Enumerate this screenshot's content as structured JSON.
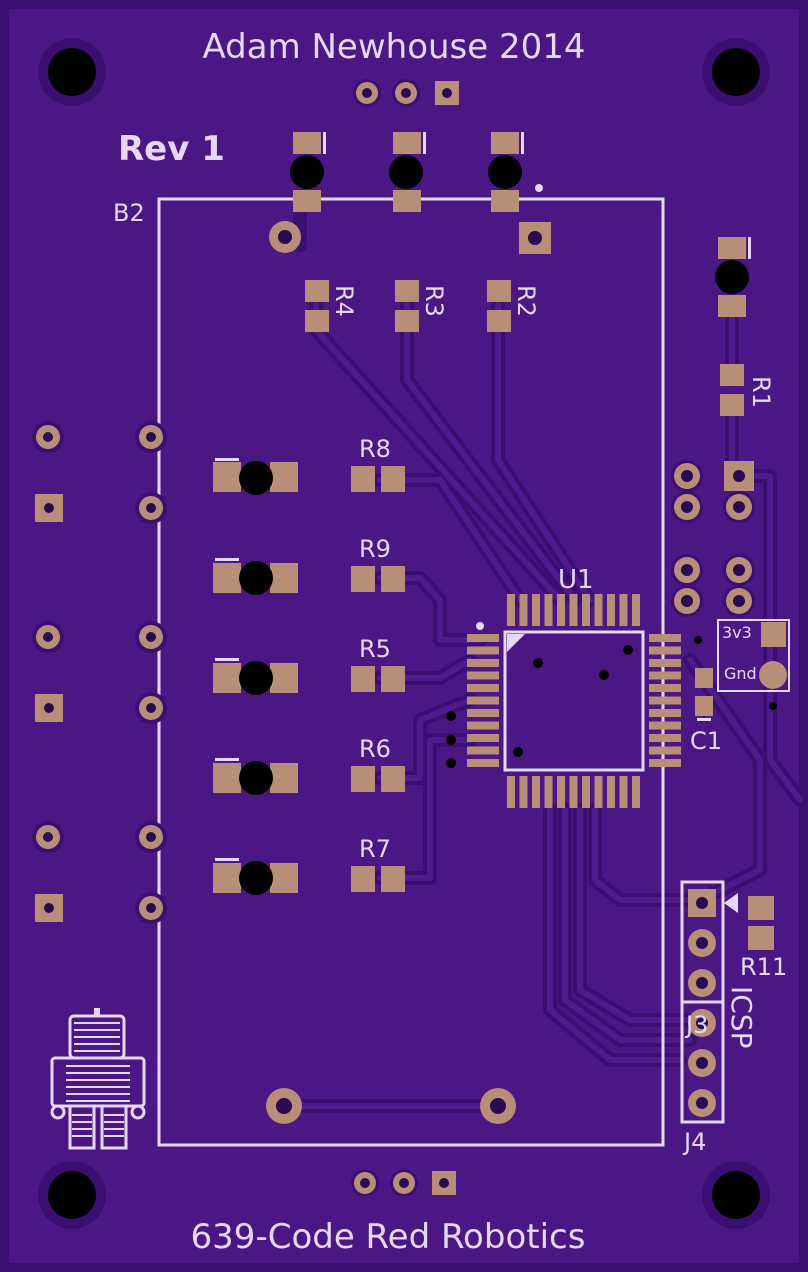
{
  "board": {
    "top_text": "Adam Newhouse 2014",
    "bottom_text": "639-Code Red Robotics",
    "revision": "Rev 1"
  },
  "labels": {
    "b2": "B2",
    "u1": "U1",
    "c1": "C1",
    "j4": "J4",
    "j3": "J3",
    "icsp": "ICSP",
    "r1": "R1",
    "r2": "R2",
    "r3": "R3",
    "r4": "R4",
    "r5": "R5",
    "r6": "R6",
    "r7": "R7",
    "r8": "R8",
    "r9": "R9",
    "r11": "R11",
    "v3": "3v3",
    "gnd": "Gnd"
  },
  "colors": {
    "board": "#3d0f73",
    "copper": "#4b1786",
    "pad": "#b78e78",
    "silk": "#e6d7f2"
  }
}
